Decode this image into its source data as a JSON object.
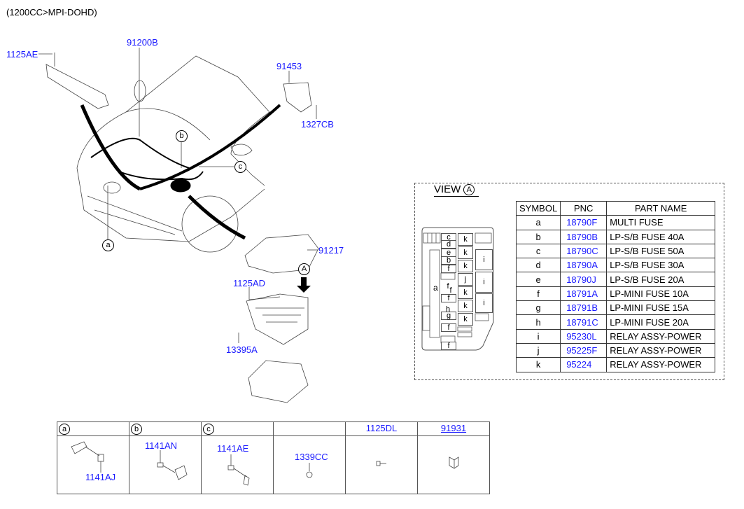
{
  "title": "(1200CC>MPI-DOHD)",
  "callouts": {
    "p1125AE": "1125AE",
    "p91200B": "91200B",
    "p91453": "91453",
    "p1327CB": "1327CB",
    "p91217": "91217",
    "p1125AD": "1125AD",
    "p13395A": "13395A"
  },
  "symbols": {
    "a": "a",
    "b": "b",
    "c": "c",
    "A": "A"
  },
  "view": {
    "title": "VIEW",
    "symbol": "A",
    "fuse_box_labels": [
      "c",
      "d",
      "e",
      "b",
      "f",
      "a",
      "f",
      "f",
      "f",
      "h",
      "g",
      "f",
      "f",
      "k",
      "k",
      "k",
      "j",
      "k",
      "k",
      "k",
      "i",
      "i",
      "i"
    ],
    "table": {
      "headers": [
        "SYMBOL",
        "PNC",
        "PART NAME"
      ],
      "rows": [
        {
          "symbol": "a",
          "pnc": "18790F",
          "name": "MULTI FUSE"
        },
        {
          "symbol": "b",
          "pnc": "18790B",
          "name": "LP-S/B FUSE 40A"
        },
        {
          "symbol": "c",
          "pnc": "18790C",
          "name": "LP-S/B FUSE 50A"
        },
        {
          "symbol": "d",
          "pnc": "18790A",
          "name": "LP-S/B FUSE 30A"
        },
        {
          "symbol": "e",
          "pnc": "18790J",
          "name": "LP-S/B FUSE 20A"
        },
        {
          "symbol": "f",
          "pnc": "18791A",
          "name": "LP-MINI FUSE 10A"
        },
        {
          "symbol": "g",
          "pnc": "18791B",
          "name": "LP-MINI FUSE 15A"
        },
        {
          "symbol": "h",
          "pnc": "18791C",
          "name": "LP-MINI FUSE 20A"
        },
        {
          "symbol": "i",
          "pnc": "95230L",
          "name": "RELAY ASSY-POWER"
        },
        {
          "symbol": "j",
          "pnc": "95225F",
          "name": "RELAY ASSY-POWER"
        },
        {
          "symbol": "k",
          "pnc": "95224",
          "name": "RELAY ASSY-POWER"
        }
      ]
    }
  },
  "bottom": {
    "headers": [
      "a",
      "b",
      "c",
      "",
      "1125DL",
      "91931"
    ],
    "parts": [
      "1141AJ",
      "1141AN",
      "1141AE",
      "1339CC",
      "",
      ""
    ]
  }
}
